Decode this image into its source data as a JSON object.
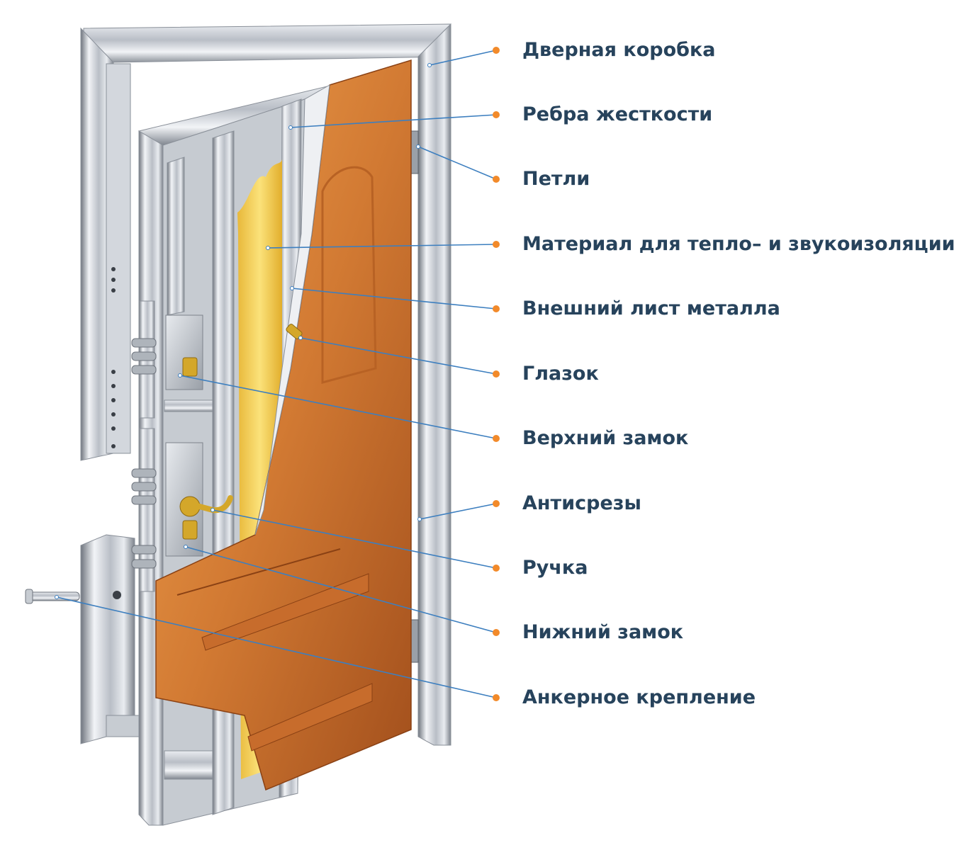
{
  "colors": {
    "label_text": "#27435c",
    "leader_line": "#3d7fbf",
    "dot": "#f28a2a",
    "steel_light": "#f2f4f7",
    "steel_mid": "#b9bec6",
    "steel_dark": "#6f757e",
    "wood_light": "#e99545",
    "wood_dark": "#a24f1c",
    "insulation": "#f3d24a",
    "brass": "#d4a72a"
  },
  "labels": [
    {
      "id": "frame",
      "text": "Дверная коробка"
    },
    {
      "id": "ribs",
      "text": "Ребра жесткости"
    },
    {
      "id": "hinges",
      "text": "Петли"
    },
    {
      "id": "insulation",
      "text": "Материал для тепло– и звукоизоляции"
    },
    {
      "id": "outer_sheet",
      "text": "Внешний лист металла"
    },
    {
      "id": "peephole",
      "text": "Глазок"
    },
    {
      "id": "upper_lock",
      "text": "Верхний замок"
    },
    {
      "id": "anti_cut",
      "text": "Антисрезы"
    },
    {
      "id": "handle",
      "text": "Ручка"
    },
    {
      "id": "lower_lock",
      "text": "Нижний замок"
    },
    {
      "id": "anchor",
      "text": "Анкерное крепление"
    }
  ]
}
